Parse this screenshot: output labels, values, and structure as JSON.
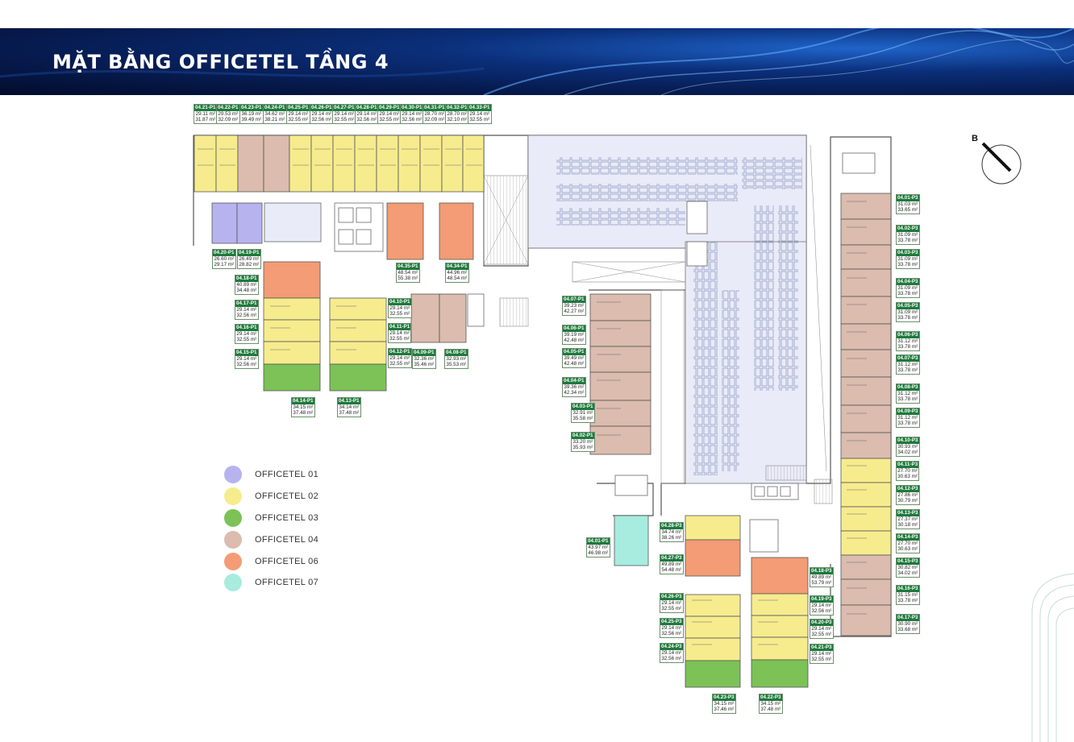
{
  "title": "MẶT BẰNG OFFICETEL TẦNG 4",
  "compass_label": "B",
  "colors": {
    "officetel_01": "#b7b3ef",
    "officetel_02": "#f6ec8e",
    "officetel_03": "#7cc257",
    "officetel_04": "#dbbcae",
    "officetel_06": "#f39c75",
    "officetel_07": "#a7ecdf"
  },
  "legend": [
    {
      "label": "OFFICETEL 01",
      "color": "#b7b3ef"
    },
    {
      "label": "OFFICETEL 02",
      "color": "#f6ec8e"
    },
    {
      "label": "OFFICETEL 03",
      "color": "#7cc257"
    },
    {
      "label": "OFFICETEL 04",
      "color": "#dbbcae"
    },
    {
      "label": "OFFICETEL 06",
      "color": "#f39c75"
    },
    {
      "label": "OFFICETEL 07",
      "color": "#a7ecdf"
    }
  ],
  "units_top": [
    {
      "code": "04.21-P1",
      "a1": "29.11 m²",
      "a2": "31.87 m²"
    },
    {
      "code": "04.22-P1",
      "a1": "29.53 m²",
      "a2": "32.09 m²"
    },
    {
      "code": "04.23-P1",
      "a1": "36.19 m²",
      "a2": "39.49 m²"
    },
    {
      "code": "04.24-P1",
      "a1": "34.62 m²",
      "a2": "38.21 m²"
    },
    {
      "code": "04.25-P1",
      "a1": "29.14 m²",
      "a2": "32.55 m²"
    },
    {
      "code": "04.26-P1",
      "a1": "29.14 m²",
      "a2": "32.56 m²"
    },
    {
      "code": "04.27-P1",
      "a1": "29.14 m²",
      "a2": "32.55 m²"
    },
    {
      "code": "04.28-P1",
      "a1": "29.14 m²",
      "a2": "32.56 m²"
    },
    {
      "code": "04.29-P1",
      "a1": "29.14 m²",
      "a2": "32.55 m²"
    },
    {
      "code": "04.30-P1",
      "a1": "29.14 m²",
      "a2": "32.56 m²"
    },
    {
      "code": "04.31-P1",
      "a1": "28.70 m²",
      "a2": "32.09 m²"
    },
    {
      "code": "04.32-P1",
      "a1": "28.70 m²",
      "a2": "32.10 m²"
    },
    {
      "code": "04.33-P1",
      "a1": "29.14 m²",
      "a2": "32.55 m²"
    }
  ],
  "units_p1_other": [
    {
      "code": "04.20-P1",
      "a1": "26.60 m²",
      "a2": "29.17 m²"
    },
    {
      "code": "04.19-P1",
      "a1": "26.49 m²",
      "a2": "28.82 m²"
    },
    {
      "code": "04.35-P1",
      "a1": "48.54 m²",
      "a2": "55.38 m²"
    },
    {
      "code": "04.34-P1",
      "a1": "44.96 m²",
      "a2": "48.54 m²"
    },
    {
      "code": "04.18-P1",
      "a1": "40.89 m²",
      "a2": "34.48 m²"
    },
    {
      "code": "04.17-P1",
      "a1": "29.14 m²",
      "a2": "32.56 m²"
    },
    {
      "code": "04.16-P1",
      "a1": "29.14 m²",
      "a2": "32.55 m²"
    },
    {
      "code": "04.15-P1",
      "a1": "29.14 m²",
      "a2": "32.56 m²"
    },
    {
      "code": "04.10-P1",
      "a1": "29.14 m²",
      "a2": "32.55 m²"
    },
    {
      "code": "04.11-P1",
      "a1": "29.14 m²",
      "a2": "32.55 m²"
    },
    {
      "code": "04.12-P1",
      "a1": "29.14 m²",
      "a2": "32.55 m²"
    },
    {
      "code": "04.09-P1",
      "a1": "32.36 m²",
      "a2": "35.46 m²"
    },
    {
      "code": "04.08-P1",
      "a1": "32.93 m²",
      "a2": "35.53 m²"
    },
    {
      "code": "04.14-P1",
      "a1": "34.15 m²",
      "a2": "37.48 m²"
    },
    {
      "code": "04.13-P1",
      "a1": "34.14 m²",
      "a2": "37.48 m²"
    },
    {
      "code": "04.07-P1",
      "a1": "39.23 m²",
      "a2": "42.27 m²"
    },
    {
      "code": "04.06-P1",
      "a1": "39.19 m²",
      "a2": "42.48 m²"
    },
    {
      "code": "04.05-P1",
      "a1": "39.49 m²",
      "a2": "42.48 m²"
    },
    {
      "code": "04.04-P1",
      "a1": "39.36 m²",
      "a2": "42.34 m²"
    },
    {
      "code": "04.03-P1",
      "a1": "32.91 m²",
      "a2": "35.58 m²"
    },
    {
      "code": "04.02-P1",
      "a1": "33.20 m²",
      "a2": "35.93 m²"
    },
    {
      "code": "04.01-P1",
      "a1": "43.97 m²",
      "a2": "46.98 m²"
    }
  ],
  "units_p3_right": [
    {
      "code": "04.01-P3",
      "a1": "31.03 m²",
      "a2": "33.65 m²"
    },
    {
      "code": "04.02-P3",
      "a1": "31.09 m²",
      "a2": "33.78 m²"
    },
    {
      "code": "04.03-P3",
      "a1": "31.09 m²",
      "a2": "33.78 m²"
    },
    {
      "code": "04.04-P3",
      "a1": "31.09 m²",
      "a2": "33.78 m²"
    },
    {
      "code": "04.05-P3",
      "a1": "31.09 m²",
      "a2": "33.78 m²"
    },
    {
      "code": "04.06-P3",
      "a1": "31.12 m²",
      "a2": "33.78 m²"
    },
    {
      "code": "04.07-P3",
      "a1": "31.12 m²",
      "a2": "33.78 m²"
    },
    {
      "code": "04.08-P3",
      "a1": "31.12 m²",
      "a2": "33.78 m²"
    },
    {
      "code": "04.09-P3",
      "a1": "31.12 m²",
      "a2": "33.78 m²"
    },
    {
      "code": "04.10-P3",
      "a1": "30.93 m²",
      "a2": "34.02 m²"
    },
    {
      "code": "04.11-P3",
      "a1": "27.70 m²",
      "a2": "30.63 m²"
    },
    {
      "code": "04.12-P3",
      "a1": "27.86 m²",
      "a2": "30.79 m²"
    },
    {
      "code": "04.13-P3",
      "a1": "27.37 m²",
      "a2": "30.18 m²"
    },
    {
      "code": "04.14-P3",
      "a1": "27.70 m²",
      "a2": "30.63 m²"
    },
    {
      "code": "04.15-P3",
      "a1": "30.82 m²",
      "a2": "34.02 m²"
    },
    {
      "code": "04.16-P3",
      "a1": "31.15 m²",
      "a2": "33.78 m²"
    },
    {
      "code": "04.17-P3",
      "a1": "30.90 m²",
      "a2": "33.68 m²"
    }
  ],
  "units_p3_bottom": [
    {
      "code": "04.28-P3",
      "a1": "34.74 m²",
      "a2": "38.26 m²"
    },
    {
      "code": "04.27-P3",
      "a1": "49.89 m²",
      "a2": "54.48 m²"
    },
    {
      "code": "04.26-P3",
      "a1": "29.14 m²",
      "a2": "32.55 m²"
    },
    {
      "code": "04.25-P3",
      "a1": "29.14 m²",
      "a2": "32.56 m²"
    },
    {
      "code": "04.24-P3",
      "a1": "29.14 m²",
      "a2": "32.56 m²"
    },
    {
      "code": "04.18-P3",
      "a1": "49.89 m²",
      "a2": "53.79 m²"
    },
    {
      "code": "04.19-P3",
      "a1": "29.14 m²",
      "a2": "32.56 m²"
    },
    {
      "code": "04.20-P3",
      "a1": "29.14 m²",
      "a2": "32.55 m²"
    },
    {
      "code": "04.21-P3",
      "a1": "29.14 m²",
      "a2": "32.55 m²"
    },
    {
      "code": "04.23-P3",
      "a1": "34.15 m²",
      "a2": "37.46 m²"
    },
    {
      "code": "04.22-P3",
      "a1": "34.15 m²",
      "a2": "37.48 m²"
    }
  ]
}
